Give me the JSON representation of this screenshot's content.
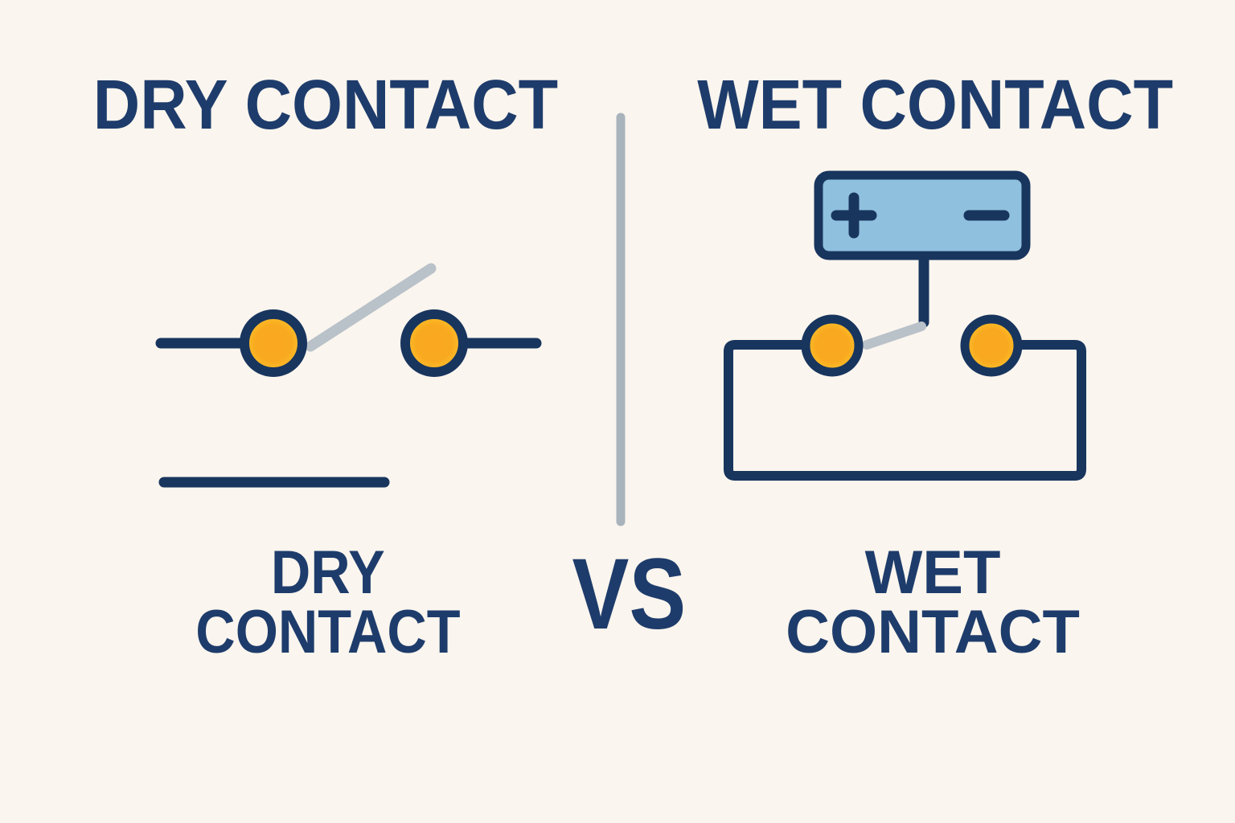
{
  "colors": {
    "bg": "#faf5ee",
    "navy": "#18355e",
    "textNavy": "#1e3c6b",
    "orangeCenter": "#f9a81f",
    "orangeEdge": "#fec32a",
    "batteryBlue": "#8fc0dd",
    "leverGray": "#b9c1c9",
    "dividerGray": "#a9b3bc"
  },
  "headings": {
    "left": "DRY CONTACT",
    "right": "WET CONTACT"
  },
  "footer": {
    "left_line1": "DRY",
    "left_line2": "CONTACT",
    "versus": "VS",
    "right_line1": "WET",
    "right_line2": "CONTACT"
  },
  "battery": {
    "plus_symbol": "+",
    "minus_symbol": "−"
  },
  "icons": [
    "dry-contact-switch-icon",
    "battery-icon",
    "battery-plus-icon",
    "battery-minus-icon",
    "wet-contact-circuit-icon",
    "contact-terminal-icon",
    "switch-lever-icon",
    "divider-line"
  ]
}
